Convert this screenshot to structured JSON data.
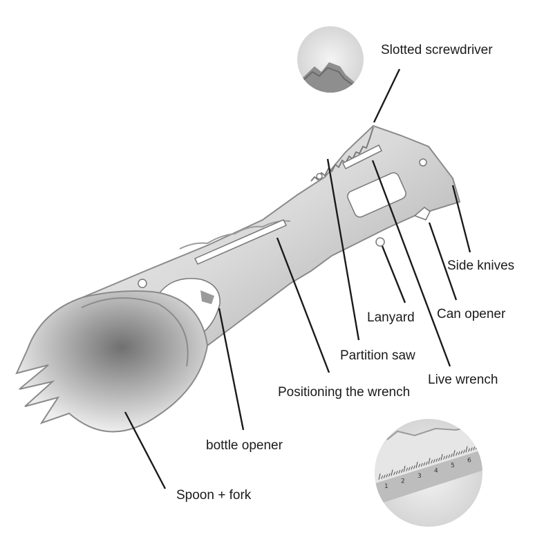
{
  "labels": {
    "slotted_screwdriver": "Slotted screwdriver",
    "side_knives": "Side knives",
    "can_opener": "Can opener",
    "lanyard": "Lanyard",
    "partition_saw": "Partition saw",
    "live_wrench": "Live wrench",
    "positioning_wrench": "Positioning the wrench",
    "bottle_opener": "bottle opener",
    "spoon_fork": "Spoon + fork"
  },
  "ruler_ticks": [
    "1",
    "2",
    "3",
    "4",
    "5",
    "6"
  ],
  "colors": {
    "steel_light": "#e9e9e9",
    "steel_mid": "#c4c4c4",
    "steel_dark": "#8a8a8a",
    "leader_line": "#1a1a1a",
    "text": "#1a1a1a"
  }
}
